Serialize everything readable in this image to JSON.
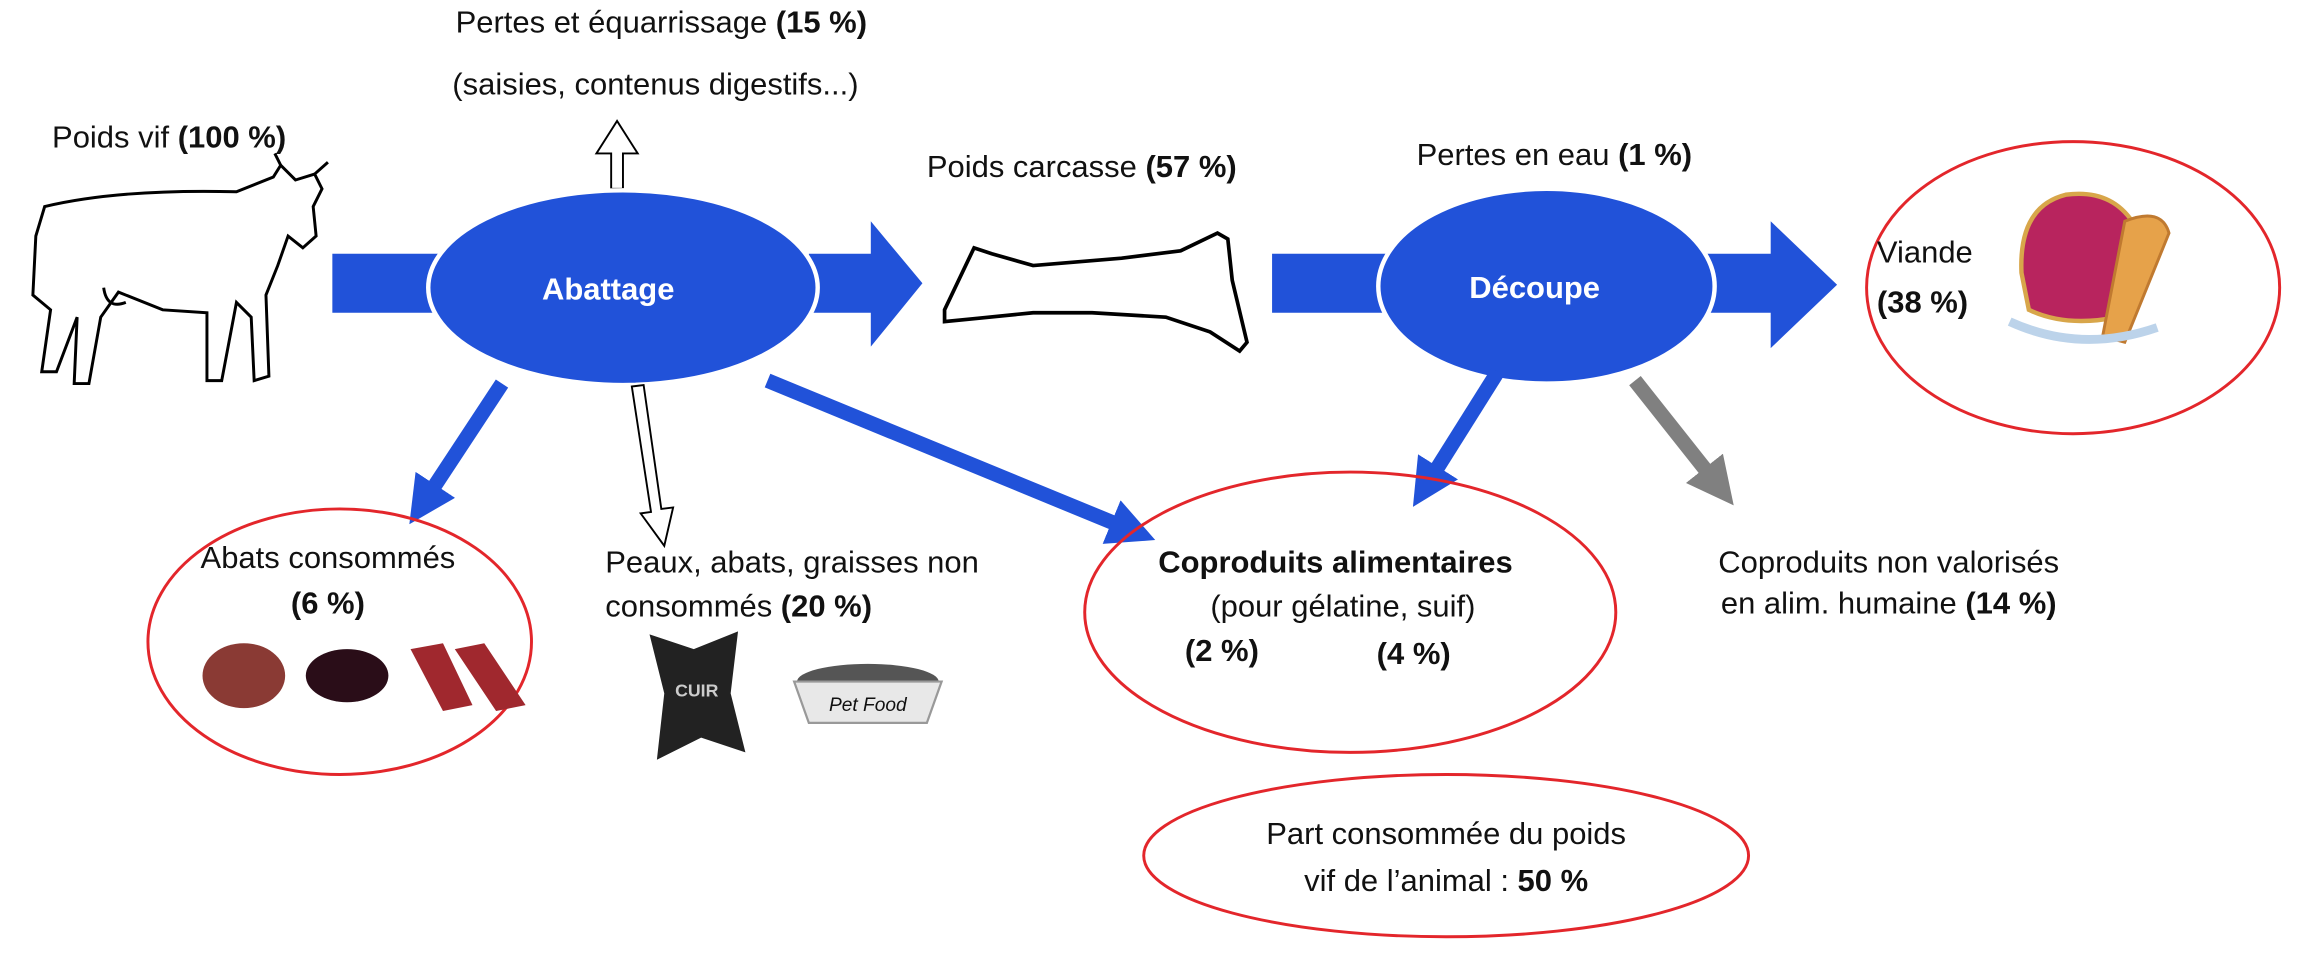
{
  "title_losses": {
    "text": "Pertes et équarrissage ",
    "value": "(15 %)",
    "detail": "(saisies, contenus digestifs...)"
  },
  "live_weight": {
    "text": "Poids vif ",
    "value": "(100 %)"
  },
  "carcass_weight": {
    "text": "Poids carcasse ",
    "value": "(57 %)"
  },
  "water_loss": {
    "text": "Pertes en eau ",
    "value": "(1 %)"
  },
  "process_slaughter": "Abattage",
  "process_cutting": "Découpe",
  "meat": {
    "text": "Viande",
    "value": "(38 %)"
  },
  "offal_consumed": {
    "text": "Abats consommés",
    "value": "(6 %)"
  },
  "non_consumed": {
    "line1": "Peaux, abats, graisses non",
    "line2": "consommés ",
    "value": "(20 %)"
  },
  "food_coproducts": {
    "title": "Coproduits alimentaires",
    "detail": "(pour gélatine, suif)",
    "value_left": "(2 %)",
    "value_right": "(4 %)"
  },
  "non_valorised": {
    "line1": "Coproduits non valorisés",
    "line2": "en alim. humaine ",
    "value": "(14 %)"
  },
  "consumed_share": {
    "line1": "Part consommée du poids",
    "line2": "vif de l’animal : ",
    "value": "50 %"
  },
  "image_labels": {
    "leather": "CUIR",
    "petfood": "Pet Food"
  },
  "colors": {
    "flow_blue": "#2152d9",
    "highlight_red": "#e3262b",
    "secondary_gray": "#808080"
  }
}
